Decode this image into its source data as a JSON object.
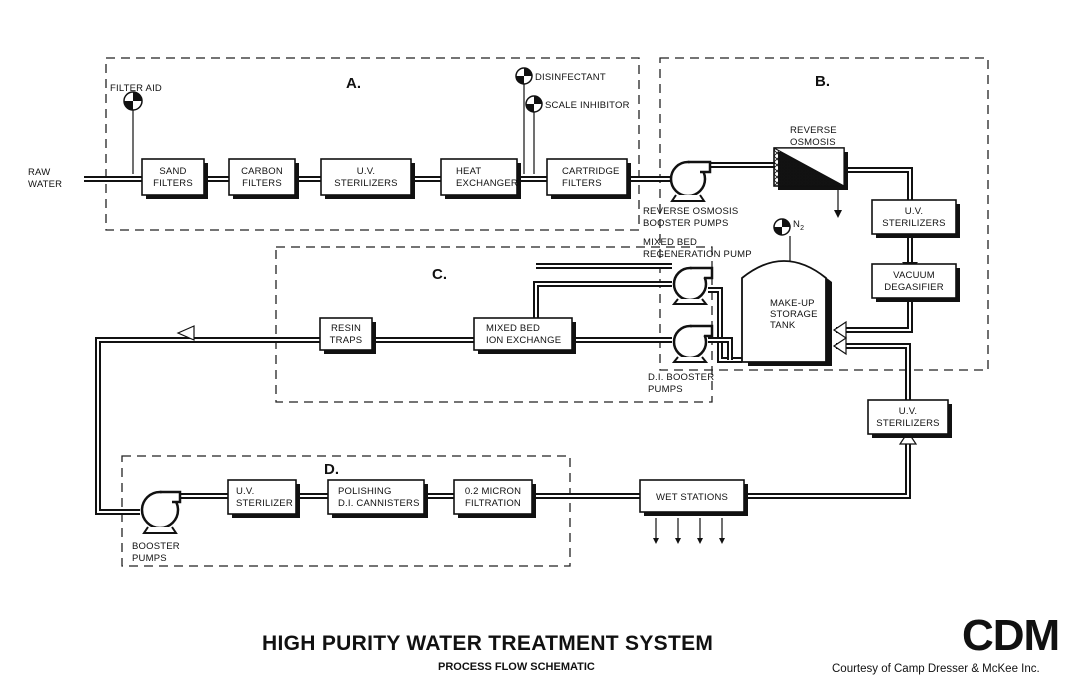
{
  "title": "HIGH PURITY WATER TREATMENT SYSTEM",
  "subtitle": "PROCESS FLOW SCHEMATIC",
  "logo": "CDM",
  "credit": "Courtesy of Camp Dresser & McKee Inc.",
  "sections": {
    "a": "A.",
    "b": "B.",
    "c": "C.",
    "d": "D."
  },
  "inputs": {
    "raw_water": [
      "RAW",
      "WATER"
    ],
    "filter_aid": "FILTER AID",
    "disinfectant": "DISINFECTANT",
    "scale_inhibitor": "SCALE INHIBITOR",
    "n2": "N",
    "n2_sub": "2"
  },
  "units": {
    "sand_filters": [
      "SAND",
      "FILTERS"
    ],
    "carbon_filters": [
      "CARBON",
      "FILTERS"
    ],
    "uv_sterilizers_a": [
      "U.V.",
      "STERILIZERS"
    ],
    "heat_exchanger": [
      "HEAT",
      "EXCHANGER"
    ],
    "cartridge_filters": [
      "CARTRIDGE",
      "FILTERS"
    ],
    "reverse_osmosis": [
      "REVERSE",
      "OSMOSIS"
    ],
    "ro_booster_pumps": [
      "REVERSE OSMOSIS",
      "BOOSTER PUMPS"
    ],
    "uv_sterilizers_b": [
      "U.V.",
      "STERILIZERS"
    ],
    "vacuum_degasifier": [
      "VACUUM",
      "DEGASIFIER"
    ],
    "makeup_tank": [
      "MAKE-UP",
      "STORAGE",
      "TANK"
    ],
    "regen_pump": [
      "MIXED BED",
      "REGENERATION PUMP"
    ],
    "di_booster_pumps": [
      "D.I. BOOSTER",
      "PUMPS"
    ],
    "mixed_bed": [
      "MIXED BED",
      "ION EXCHANGE"
    ],
    "resin_traps": [
      "RESIN",
      "TRAPS"
    ],
    "uv_sterilizers_return": [
      "U.V.",
      "STERILIZERS"
    ],
    "booster_pumps_d": [
      "BOOSTER",
      "PUMPS"
    ],
    "uv_sterilizer_d": [
      "U.V.",
      "STERILIZER"
    ],
    "polishing": [
      "POLISHING",
      "D.I. CANNISTERS"
    ],
    "micron_filtration": [
      "0.2 MICRON",
      "FILTRATION"
    ],
    "wet_stations": "WET STATIONS"
  }
}
